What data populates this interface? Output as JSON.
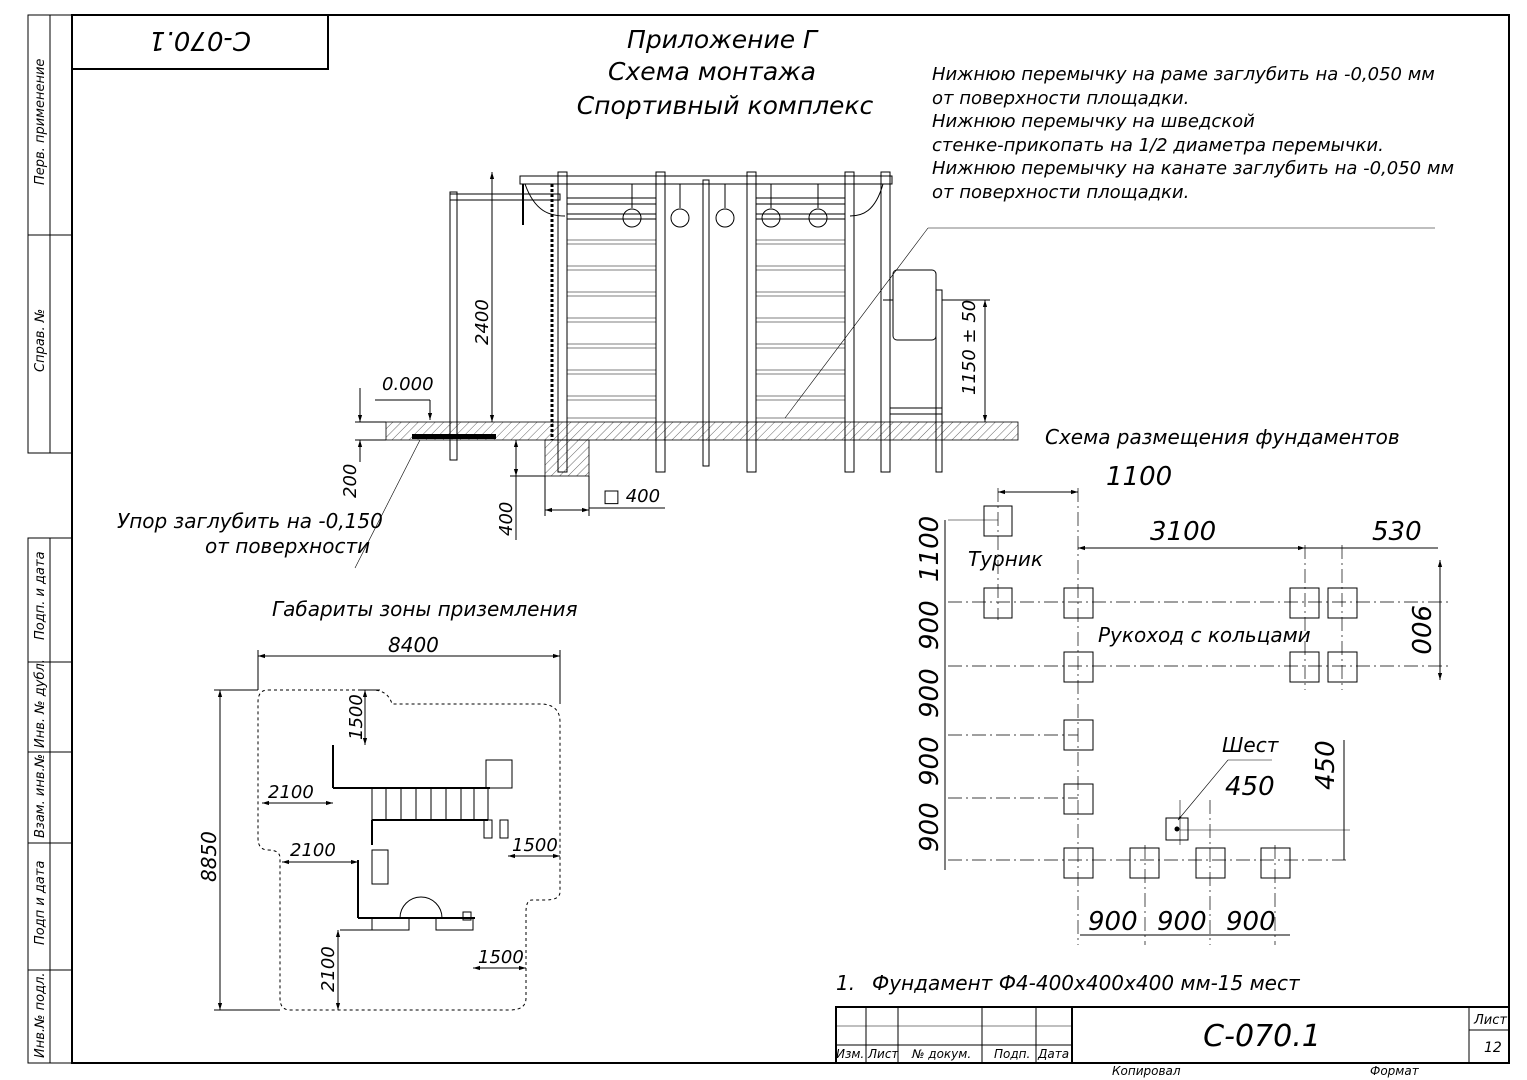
{
  "stamp_top": "С-070.1",
  "title": {
    "line1": "Приложение Г",
    "line2": "Схема монтажа",
    "line3": "Спортивный комплекс"
  },
  "notes": [
    "Нижнюю перемычку на раме заглубить на -0,050 мм",
    "от поверхности площадки.",
    "Нижнюю перемычку на шведской",
    "стенке-прикопать на 1/2 диаметра перемычки.",
    "Нижнюю перемычку на канате заглубить на -0,050 мм",
    "от поверхности площадки."
  ],
  "side_frame": {
    "perv": "Перв. применение",
    "sprav": "Справ. №",
    "podp_data1": "Подп. и дата",
    "inv_dubl": "Инв. № дубл.",
    "vzam": "Взам. инв.№",
    "podp_data2": "Подп и дата",
    "inv_podl": "Инв.№ подл."
  },
  "elevation": {
    "level": "0.000",
    "h2400": "2400",
    "h1150": "1150 ± 50",
    "d200": "200",
    "d400": "400",
    "sq400": "□ 400",
    "stop_note1": "Упор заглубить на -0,150",
    "stop_note2": "от поверхности"
  },
  "zone": {
    "title": "Габариты зоны приземления",
    "w8400": "8400",
    "h8850": "8850",
    "d1500a": "1500",
    "d2100a": "2100",
    "d2100b": "2100",
    "d1500b": "1500",
    "d2100c": "2100",
    "d1500c": "1500"
  },
  "foundations": {
    "title": "Схема размещения фундаментов",
    "d1100top": "1100",
    "d3100": "3100",
    "d530": "530",
    "v1100": "1100",
    "v900a": "900",
    "v900b": "900",
    "v900c": "900",
    "v900d": "900",
    "r900": "900",
    "turnik": "Турник",
    "rukohod": "Рукоход с кольцами",
    "shest": "Шест",
    "d450h": "450",
    "d450v": "450",
    "b900a": "900",
    "b900b": "900",
    "b900c": "900"
  },
  "footnote": {
    "num": "1.",
    "text": "Фундамент Ф4-400х400х400 мм-15 мест"
  },
  "title_block": {
    "izm": "Изм.",
    "list": "Лист",
    "ndok": "№ докум.",
    "podp": "Подп.",
    "data": "Дата",
    "code": "С-070.1",
    "list_label": "Лист",
    "list_num": "12",
    "kopiroval": "Копировал",
    "format": "Формат"
  }
}
